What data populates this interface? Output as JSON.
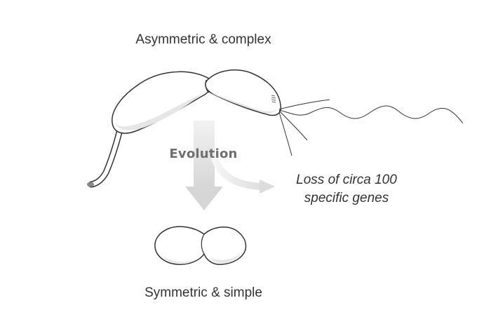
{
  "diagram": {
    "top_label": "Asymmetric & complex",
    "bottom_label": "Symmetric & simple",
    "arrow_label": "Evolution",
    "loss_label_line1": "Loss of circa 100",
    "loss_label_line2": "specific genes",
    "colors": {
      "outline": "#333333",
      "cell_fill": "#ffffff",
      "cell_shade": "#e6e6e6",
      "arrow": "#d9d9d9",
      "text": "#333333",
      "evolution_text": "#6f6f6f"
    }
  }
}
